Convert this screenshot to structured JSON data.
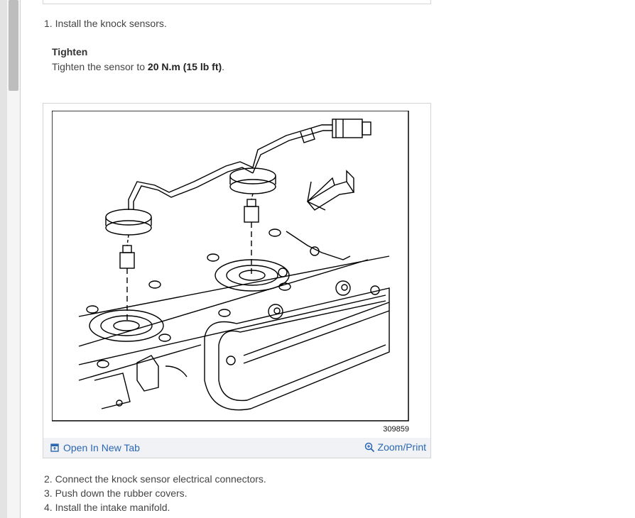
{
  "steps": {
    "s1": "1. Install the knock sensors.",
    "s2": "2. Connect the knock sensor electrical connectors.",
    "s3": "3. Push down the rubber covers.",
    "s4": "4. Install the intake manifold."
  },
  "tighten": {
    "heading": "Tighten",
    "prefix": "Tighten the sensor to ",
    "torque": "20 N.m (15 lb ft)",
    "suffix": "."
  },
  "figure": {
    "number": "309859",
    "open_label": "Open In New Tab",
    "zoom_label": "Zoom/Print",
    "open_icon": "open-in-new-tab-icon",
    "zoom_icon": "zoom-icon",
    "link_color": "#2a67b2"
  }
}
